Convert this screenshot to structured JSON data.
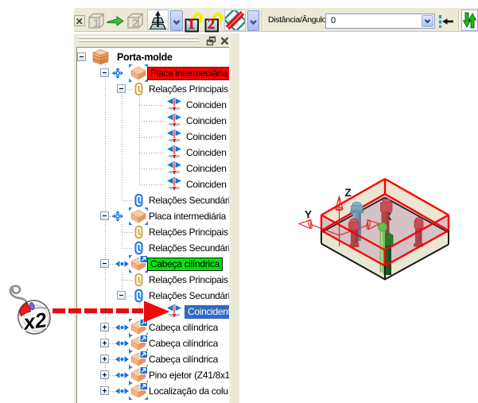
{
  "toolbar": {
    "buttons": [
      {
        "name": "close-toolbar",
        "icon": "close-x-icon"
      },
      {
        "name": "step-cube-1",
        "icon": "cube-1-gray-icon",
        "disabled": true
      },
      {
        "name": "transfer-arrow",
        "icon": "green-arrow-icon"
      },
      {
        "name": "step-cube-2",
        "icon": "cube-2-gray-icon",
        "disabled": true
      },
      {
        "name": "mate-planes",
        "icon": "mate-planes-icon",
        "pressed": true
      },
      {
        "name": "mate-options",
        "icon": "chevron-down-icon"
      },
      {
        "name": "view-1",
        "icon": "cube-red-1-icon"
      },
      {
        "name": "view-2",
        "icon": "cube-red-2-icon"
      },
      {
        "name": "section-hatch",
        "icon": "diagonal-hatch-icon",
        "pressed": true
      },
      {
        "name": "hatch-options",
        "icon": "chevron-down-icon"
      },
      {
        "name": "flip-direction",
        "icon": "flip-direction-icon"
      },
      {
        "name": "swap-up-down",
        "icon": "up-down-arrows-icon"
      }
    ],
    "field": {
      "label": "Distância/Ângulo",
      "value": "0"
    },
    "gray_cube_numbers": [
      "1",
      "2"
    ],
    "red_cube_numbers": [
      "1",
      "2"
    ]
  },
  "panel": {
    "header_icons": [
      "restore-icon",
      "close-icon"
    ]
  },
  "tree": {
    "rows": [
      {
        "label": "Porta-molde",
        "level": 0,
        "expand": "minus",
        "icon": "assembly-stack",
        "bold": true
      },
      {
        "label": "Placa intermediária",
        "level": 1,
        "expand": "minus",
        "state": "float",
        "icon": "cube",
        "highlight": "red"
      },
      {
        "label": "Relações Principais",
        "level": 2,
        "expand": "minus",
        "icon": "clip-gold"
      },
      {
        "label": "Coinciden",
        "level": 3,
        "icon": "coincident"
      },
      {
        "label": "Coinciden",
        "level": 3,
        "icon": "coincident"
      },
      {
        "label": "Coinciden",
        "level": 3,
        "icon": "coincident"
      },
      {
        "label": "Coinciden",
        "level": 3,
        "icon": "coincident"
      },
      {
        "label": "Coinciden",
        "level": 3,
        "icon": "coincident"
      },
      {
        "label": "Coinciden",
        "level": 3,
        "icon": "coincident"
      },
      {
        "label": "Relações Secundári",
        "level": 2,
        "icon": "clip-blue"
      },
      {
        "label": "Placa intermediária",
        "level": 1,
        "expand": "minus",
        "state": "float",
        "icon": "cube"
      },
      {
        "label": "Relações Principais",
        "level": 2,
        "icon": "clip-gold"
      },
      {
        "label": "Relações Secundári",
        "level": 2,
        "icon": "clip-blue"
      },
      {
        "label": "Cabeça cilíndrica",
        "level": 1,
        "expand": "minus",
        "state": "fixed",
        "icon": "cube-ref",
        "highlight": "green"
      },
      {
        "label": "Relações Principais",
        "level": 2,
        "icon": "clip-gold"
      },
      {
        "label": "Relações Secundári",
        "level": 2,
        "expand": "minus",
        "icon": "clip-blue"
      },
      {
        "label": "Coincident",
        "level": 3,
        "icon": "coincident",
        "highlight": "blue"
      },
      {
        "label": "Cabeça cilíndrica",
        "level": 1,
        "expand": "plus",
        "state": "fixed",
        "icon": "cube-ref"
      },
      {
        "label": "Cabeça cilíndrica",
        "level": 1,
        "expand": "plus",
        "state": "fixed",
        "icon": "cube-ref"
      },
      {
        "label": "Cabeça cilíndrica",
        "level": 1,
        "expand": "plus",
        "state": "fixed",
        "icon": "cube-ref"
      },
      {
        "label": "Pino ejetor (Z41/8x1)",
        "level": 1,
        "expand": "plus",
        "state": "fixed",
        "icon": "cube-ref"
      },
      {
        "label": "Localização da colu",
        "level": 1,
        "expand": "plus",
        "state": "fixed",
        "icon": "cube-ref"
      }
    ]
  },
  "annotation": {
    "label": "x2"
  },
  "viewport": {
    "axis_labels": {
      "x": "X",
      "y": "Y",
      "z": "Z"
    }
  },
  "colors": {
    "toolbar_bg": "#ece9d8",
    "highlight_red": "#ff0000",
    "highlight_green": "#00e409",
    "highlight_blue": "#316ac5",
    "wire_red": "#fb0000",
    "wire_black": "#1a1a1a",
    "face_beige": "#eae6d4",
    "face_mauve": "#d5c2c4",
    "arrow_red": "#ea0b0b"
  }
}
